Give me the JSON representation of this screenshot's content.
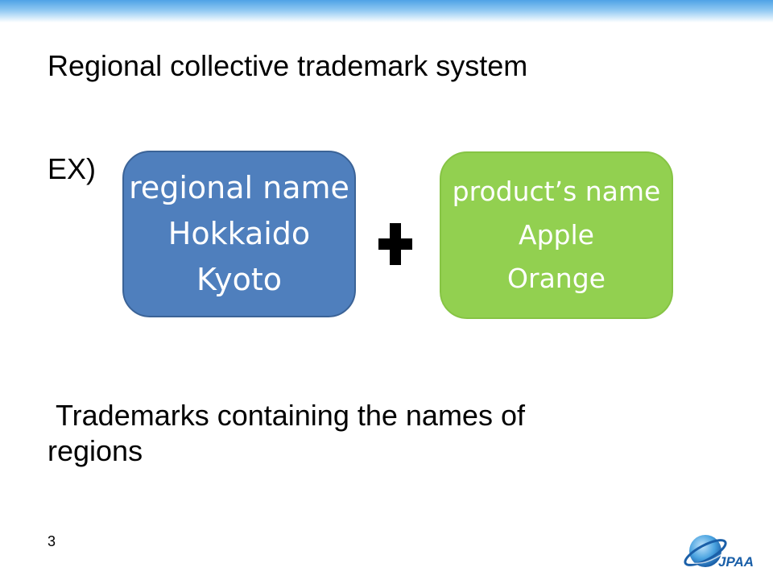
{
  "slide": {
    "title": "Regional collective trademark system",
    "example_label": "EX)",
    "regional_box": {
      "lines": [
        "regional name",
        "Hokkaido",
        "Kyoto"
      ],
      "color": "#4f7fbd"
    },
    "product_box": {
      "lines": [
        "product’s name",
        "Apple",
        "Orange"
      ],
      "color": "#92d050"
    },
    "operator_icon": "plus-icon",
    "body_text": " Trademarks containing the names of regions",
    "page_number": "3",
    "logo": {
      "icon": "jpaa-logo",
      "text": "JPAA"
    }
  }
}
